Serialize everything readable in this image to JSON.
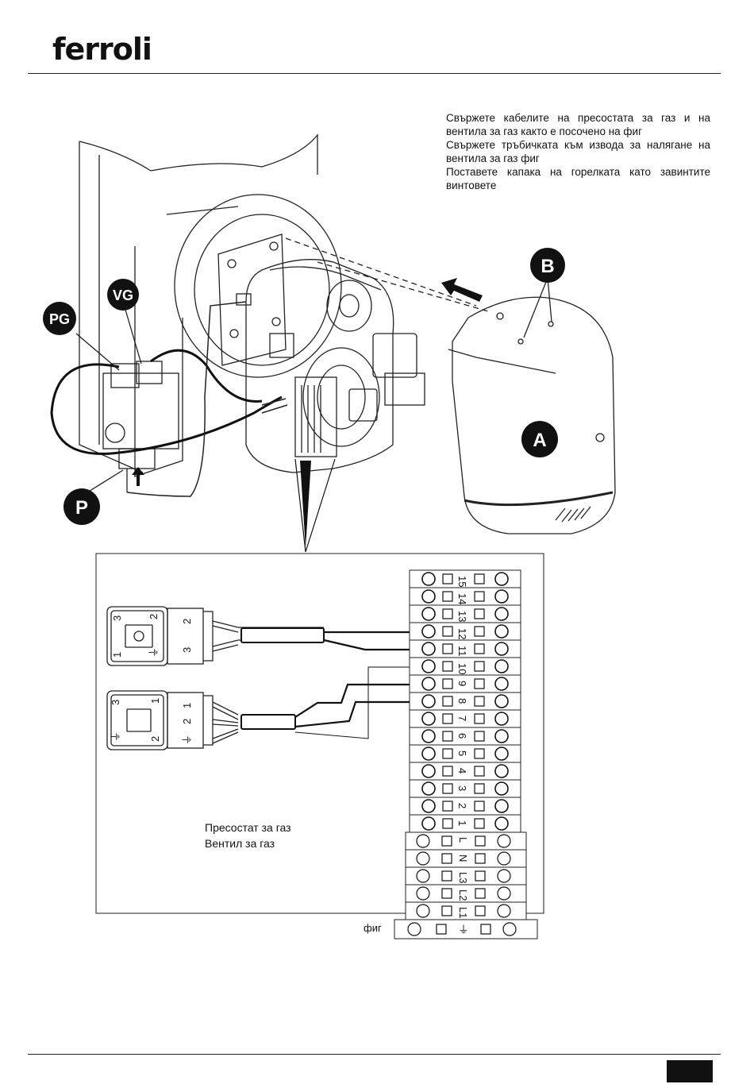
{
  "header": {
    "brand": "ferroli"
  },
  "instructions": [
    "Свържете кабелите на пресостата за газ и на вентила за газ както е посочено на фиг",
    "Свържете тръбичката към извода за налягане на вентила за газ фиг",
    "Поставете капака на горелката като завинтите винтовете"
  ],
  "callouts": {
    "vg": "VG",
    "pg": "PG",
    "p": "P",
    "a": "A",
    "b": "B"
  },
  "terminal_numbers": [
    "15",
    "14",
    "13",
    "12",
    "11",
    "10",
    "9",
    "8",
    "7",
    "6",
    "5",
    "4",
    "3",
    "2",
    "1"
  ],
  "power_terminals": [
    "L",
    "N",
    "L3",
    "L2",
    "L1"
  ],
  "ground_symbol": "⏚",
  "connectors": {
    "pressure_switch_pins": [
      "2",
      "3"
    ],
    "pressure_switch_face": [
      "3",
      "2",
      "1",
      "⏚"
    ],
    "valve_pins": [
      "1",
      "2",
      "⏚"
    ],
    "valve_face": [
      "3",
      "1",
      "2",
      "⏚"
    ]
  },
  "legend": {
    "pressure_switch": "Пресостат за газ",
    "gas_valve": "Вентил за газ"
  },
  "caption": "фиг"
}
